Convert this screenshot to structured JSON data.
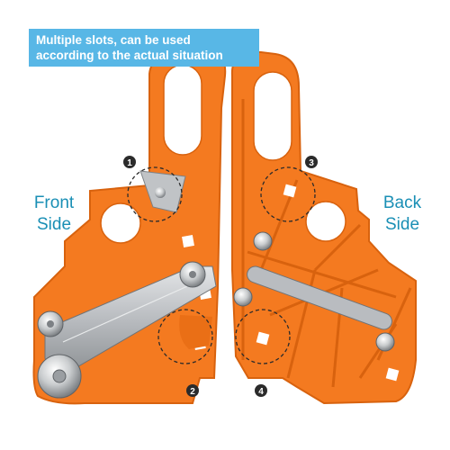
{
  "banner": {
    "line1": "Multiple slots, can be used",
    "line2": "according to the actual situation"
  },
  "labels": {
    "front_line1": "Front",
    "front_line2": "Side",
    "back_line1": "Back",
    "back_line2": "Side"
  },
  "callouts": [
    {
      "number": "1"
    },
    {
      "number": "2"
    },
    {
      "number": "3"
    },
    {
      "number": "4"
    }
  ],
  "colors": {
    "tool_orange": "#f47a20",
    "tool_orange_dark": "#d8620e",
    "banner_blue": "#58b7e6",
    "label_blue": "#1a8fb5",
    "blade_silver": "#b9bcc0",
    "callout_dark": "#2b2b2b"
  }
}
